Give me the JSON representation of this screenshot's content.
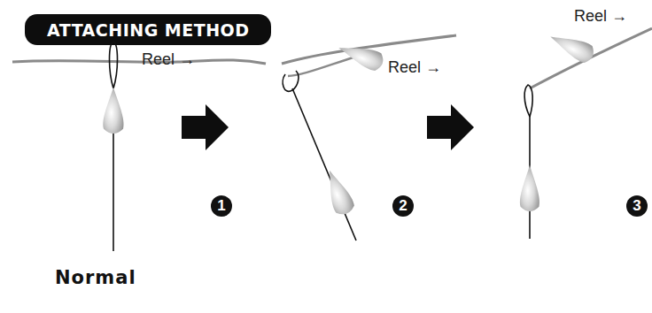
{
  "diagram": {
    "title": "ATTACHING METHOD",
    "labels": [
      "Reel →",
      "Reel →",
      "Reel →",
      "1",
      "2",
      "3",
      "Normal"
    ]
  }
}
